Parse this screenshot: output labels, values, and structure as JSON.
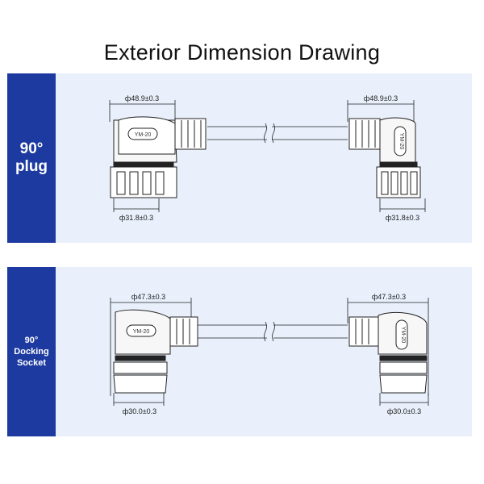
{
  "title": "Exterior Dimension Drawing",
  "sections": [
    {
      "label_lines": [
        "90°",
        "plug"
      ],
      "left_top_dim": "ф48.9±0.3",
      "right_top_dim": "ф48.9±0.3",
      "left_bottom_dim": "ф31.8±0.3",
      "right_bottom_dim": "ф31.8±0.3",
      "marking": "YM-20"
    },
    {
      "label_lines": [
        "90°",
        "Docking",
        "Socket"
      ],
      "left_top_dim": "ф47.3±0.3",
      "right_top_dim": "ф47.3±0.3",
      "left_bottom_dim": "ф30.0±0.3",
      "right_bottom_dim": "ф30.0±0.3",
      "marking": "YM-20"
    }
  ]
}
